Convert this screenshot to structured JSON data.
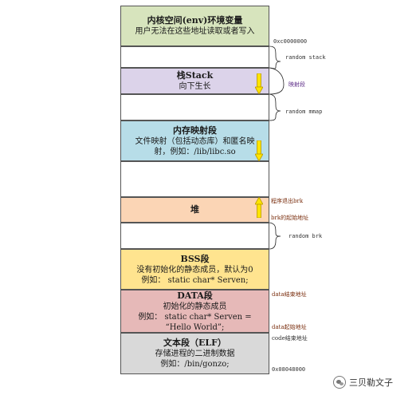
{
  "segments": {
    "kernel": {
      "title": "内核空间(env)环境变量",
      "desc": "用户无法在这些地址读取或者写入",
      "color": "#d7e4bd"
    },
    "stack": {
      "title": "栈Stack",
      "desc": "向下生长",
      "color": "#dcd3ea"
    },
    "mmap": {
      "title": "内存映射段",
      "desc": "文件映射（包括动态库）和匿名映射，例如：/lib/libc.so",
      "color": "#b7dde8"
    },
    "heap": {
      "title": "堆",
      "color": "#fbd5b5"
    },
    "bss": {
      "title": "BSS段",
      "desc1": "没有初始化的静态成员，默认为0",
      "desc2": "例如： static char* Serven;",
      "color": "#ffe48f"
    },
    "data": {
      "title": "DATA段",
      "desc1": "初始化的静态成员",
      "desc2": "例如： static char* Serven =",
      "desc3": "“Hello World”;",
      "color": "#e6b9b8"
    },
    "text": {
      "title": "文本段（ELF）",
      "desc1": "存储进程的二进制数据",
      "desc2": "例如：/bin/gonzo;",
      "color": "#d9d9d9"
    }
  },
  "annotations": {
    "addr_top": "0xc0000000",
    "random_stack": "random stack",
    "map_segment": "映射段",
    "random_mmap": "random mmap",
    "brk_expand": "程序退出brk",
    "brk_start": "brk的起始地址",
    "random_brk": "random brk",
    "data_end": "data结束地址",
    "data_start": "data起始地址",
    "code_end": "code结束地址",
    "addr_bottom": "0x08048000"
  },
  "watermark": {
    "text": "三贝勒文子"
  },
  "colors": {
    "arrow": "#ffe400",
    "arrow_stroke": "#b89a00"
  }
}
